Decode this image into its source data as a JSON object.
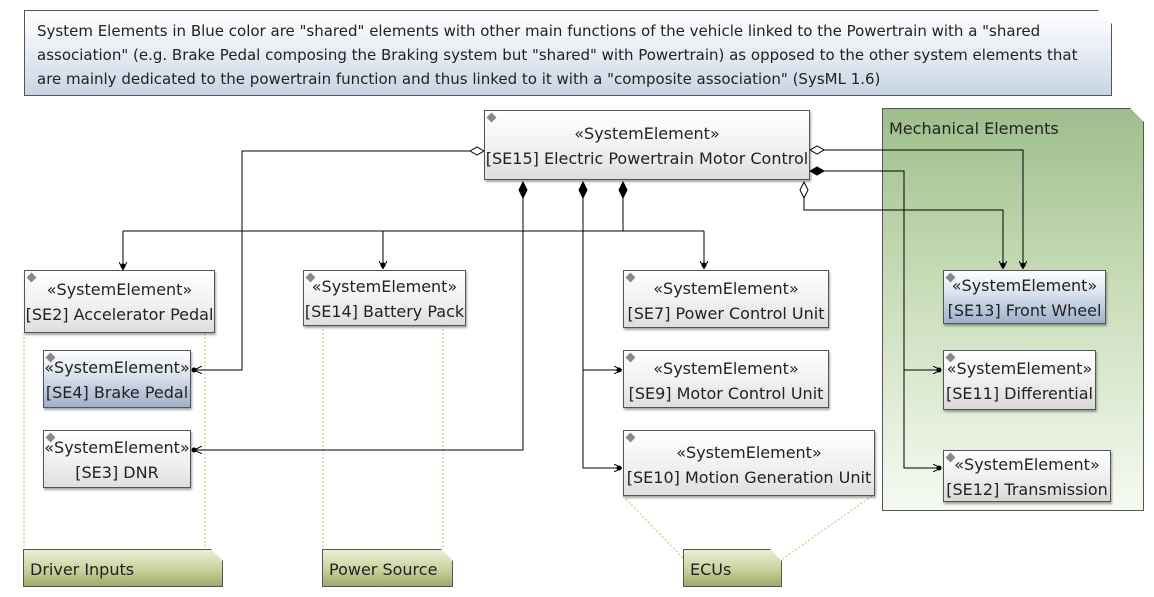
{
  "note": {
    "text": "System Elements in Blue color are \"shared\" elements with other main functions of the vehicle linked to the Powertrain with a \"shared association\" (e.g. Brake Pedal composing the Braking system but \"shared\" with Powertrain) as opposed to the other system elements that are mainly dedicated to the powertrain function and thus linked to it with a \"composite association\" (SysML 1.6)"
  },
  "stereotype": "«SystemElement»",
  "elements": {
    "se15": "[SE15] Electric Powertrain Motor Control",
    "se2": "[SE2] Accelerator Pedal",
    "se4": "[SE4] Brake Pedal",
    "se3": "[SE3] DNR",
    "se14": "[SE14] Battery Pack",
    "se7": "[SE7] Power Control Unit",
    "se9": "[SE9] Motor Control Unit",
    "se10": "[SE10] Motion Generation Unit",
    "se13": "[SE13] Front Wheel",
    "se11": "[SE11] Differential",
    "se12": "[SE12] Transmission"
  },
  "group": {
    "title": "Mechanical Elements"
  },
  "packages": {
    "driver_inputs": "Driver Inputs",
    "power_source": "Power Source",
    "ecus": "ECUs"
  },
  "colors": {
    "shared_blue": "#9fb0c8",
    "mechanical_green": "#9fbe8c",
    "package_olive": "#9eaa66"
  }
}
